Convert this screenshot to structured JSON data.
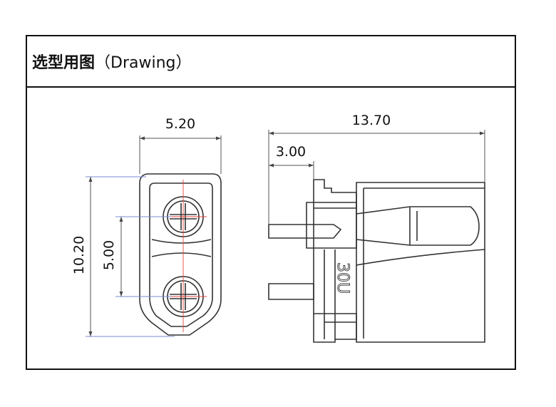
{
  "header": {
    "title_cn": "选型用图",
    "title_en": "（Drawing）"
  },
  "dimensions": {
    "front_width": "5.20",
    "front_height": "10.20",
    "pin_pitch": "5.00",
    "side_length": "13.70",
    "pin_length": "3.00"
  },
  "side_view": {
    "mark": "30U"
  },
  "colors": {
    "line": "#333333",
    "dimension": "#555555",
    "centerline": "#e0463c",
    "extension": "#7a8bd0"
  }
}
